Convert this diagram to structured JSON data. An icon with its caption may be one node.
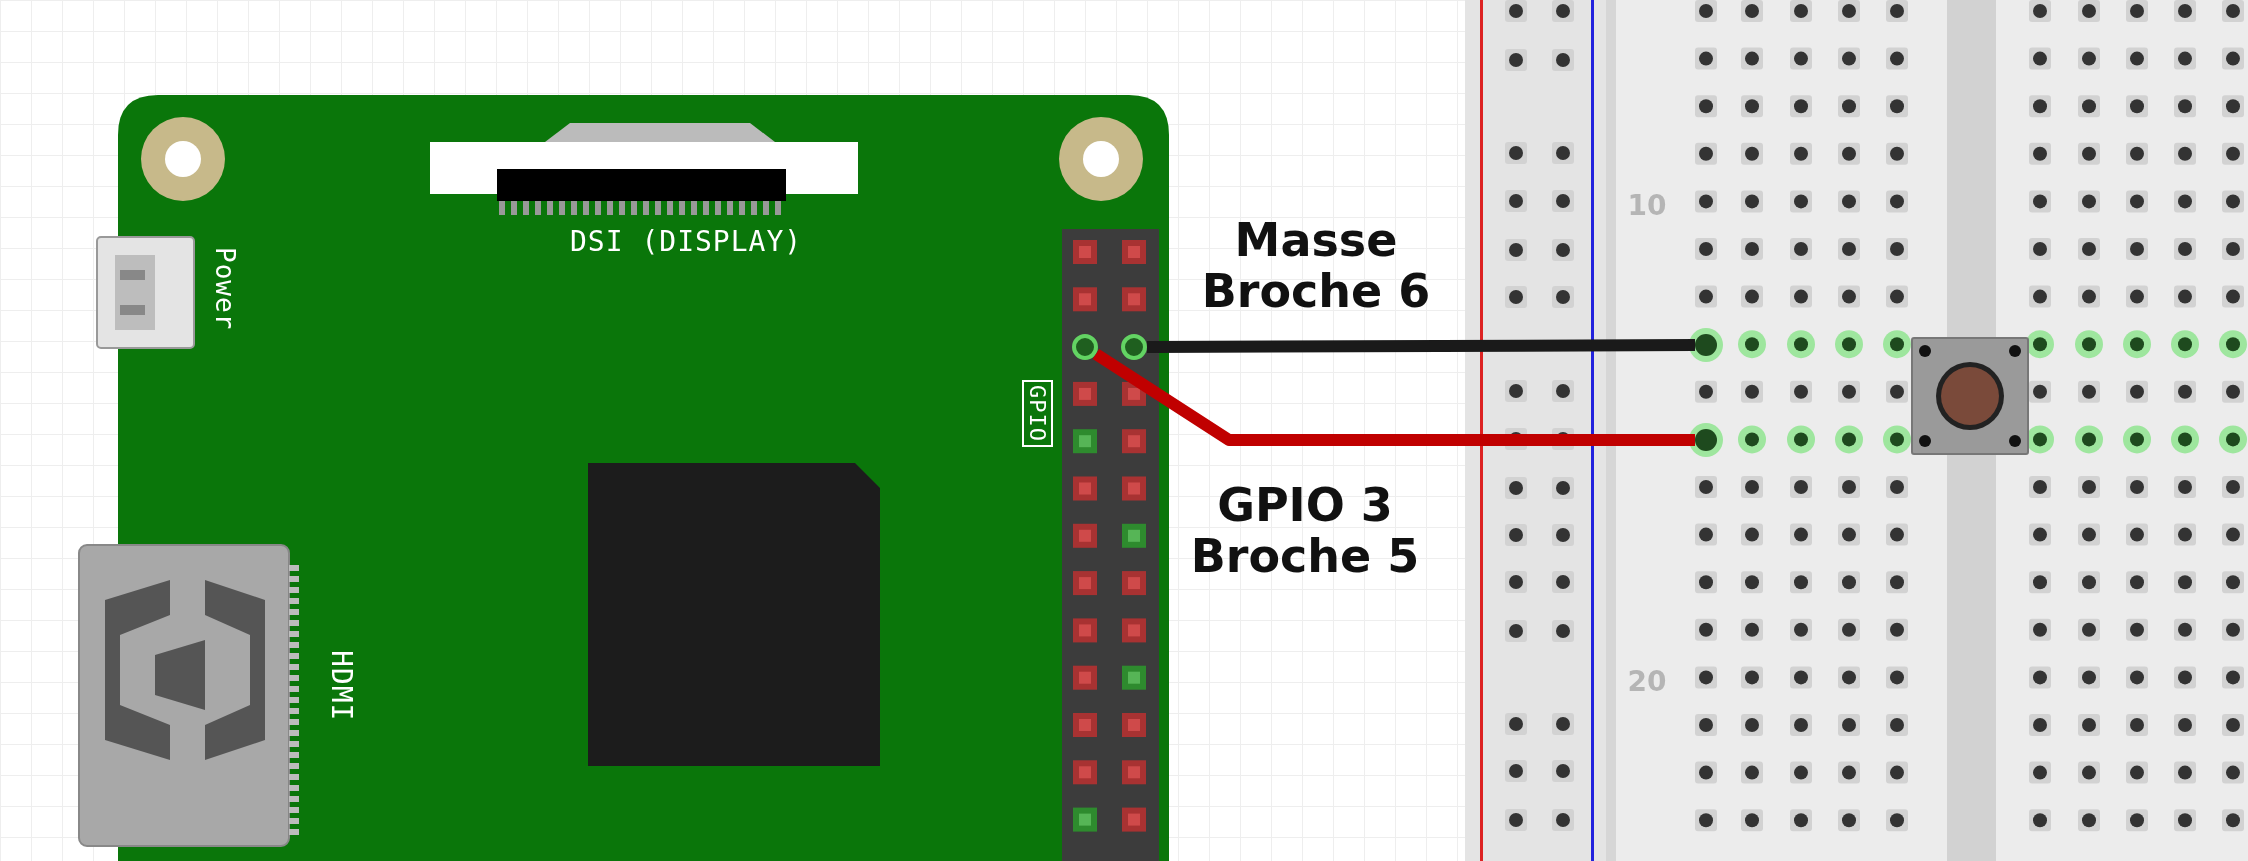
{
  "diagram": {
    "nodes": [
      {
        "text": [],
        "shape": "picture"
      },
      {
        "text": [],
        "shape": "circle",
        "in": 0
      },
      {
        "text": [],
        "shape": "circle",
        "in": 0
      },
      {
        "text": [],
        "shape": "picture"
      },
      {
        "text": [],
        "shape": "circle",
        "in": 3
      },
      {
        "text": [],
        "shape": "circle",
        "in": 3
      },
      {
        "text": [],
        "shape": "box",
        "in": 3
      }
    ],
    "edges": [
      {
        "from": 2,
        "to": 4,
        "arrow": "none",
        "label": "Masse Broche 6",
        "color": "#1a1a1a"
      },
      {
        "from": 1,
        "to": 5,
        "arrow": "none",
        "label": "GPIO 3 Broche 5",
        "color": "#c00000"
      }
    ],
    "labels": [
      "DSI (DISPLAY)",
      "Power",
      "GPIO",
      "HDMI",
      "10",
      "20"
    ]
  }
}
